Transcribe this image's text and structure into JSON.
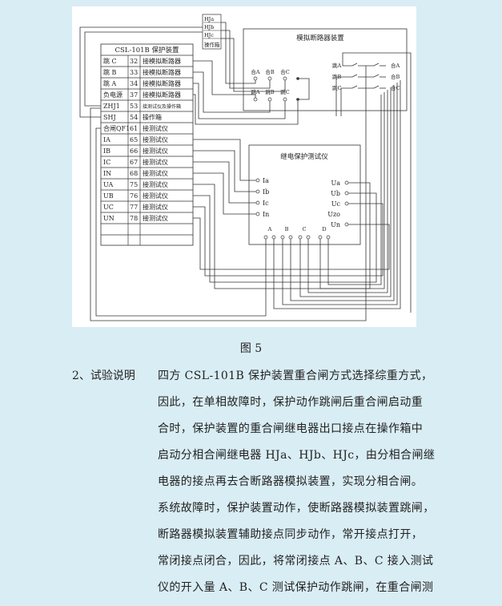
{
  "figure": {
    "caption": "图 5",
    "hj_box": {
      "items": [
        "HJa",
        "HJb",
        "HJc"
      ],
      "label": "操作箱"
    },
    "table": {
      "title": "CSL-101B 保护装置",
      "rows": [
        [
          "跳 C",
          "32",
          "接模拟断路器"
        ],
        [
          "跳 B",
          "33",
          "接模拟断路器"
        ],
        [
          "跳 A",
          "34",
          "接模拟断路器"
        ],
        [
          "负电源",
          "37",
          "接模拟断路器"
        ],
        [
          "ZHJ1",
          "53",
          "接测试仪及操作箱"
        ],
        [
          "SHJ",
          "54",
          "操作箱"
        ],
        [
          "合闸QF1",
          "61",
          "接测试仪"
        ],
        [
          "IA",
          "65",
          "接测试仪"
        ],
        [
          "IB",
          "66",
          "接测试仪"
        ],
        [
          "IC",
          "67",
          "接测试仪"
        ],
        [
          "IN",
          "68",
          "接测试仪"
        ],
        [
          "UA",
          "75",
          "接测试仪"
        ],
        [
          "UB",
          "76",
          "接测试仪"
        ],
        [
          "UC",
          "77",
          "接测试仪"
        ],
        [
          "UN",
          "78",
          "接测试仪"
        ]
      ]
    },
    "simulator": {
      "title": "模拟断路器装置",
      "close_terms": [
        "合A",
        "合B",
        "合C"
      ],
      "trip_terms": [
        "跳A",
        "跳B",
        "跳C"
      ],
      "left_labels": [
        "跳A",
        "跳B",
        "跳C"
      ],
      "right_labels": [
        "合A",
        "合B",
        "合C"
      ]
    },
    "tester": {
      "title": "继电保护测试仪",
      "currents": [
        "Ia",
        "Ib",
        "Ic",
        "In"
      ],
      "voltages": [
        "Ua",
        "Ub",
        "Uc",
        "Uzo",
        "Un"
      ],
      "inputs": [
        "A",
        "B",
        "C",
        "D"
      ]
    }
  },
  "text": {
    "section_label": "2、试验说明",
    "lines": [
      "四方 CSL-101B 保护装置重合闸方式选择综重方式，",
      "因此，在单相故障时，保护动作跳闸后重合闸启动重",
      "合时，保护装置的重合闸继电器出口接点在操作箱中",
      "启动分相合闸继电器 HJa、HJb、HJc，由分相合闸继",
      "电器的接点再去合断路器模拟装置，实现分相合闸。",
      "系统故障时，保护装置动作，使断路器模拟装置跳闸，",
      "断路器模拟装置辅助接点同步动作，常开接点打开，",
      "常闭接点闭合，因此，将常闭接点 A、B、C 接入测试",
      "仪的开入量 A、B、C 测试保护动作跳闸，在重合闸测"
    ]
  }
}
